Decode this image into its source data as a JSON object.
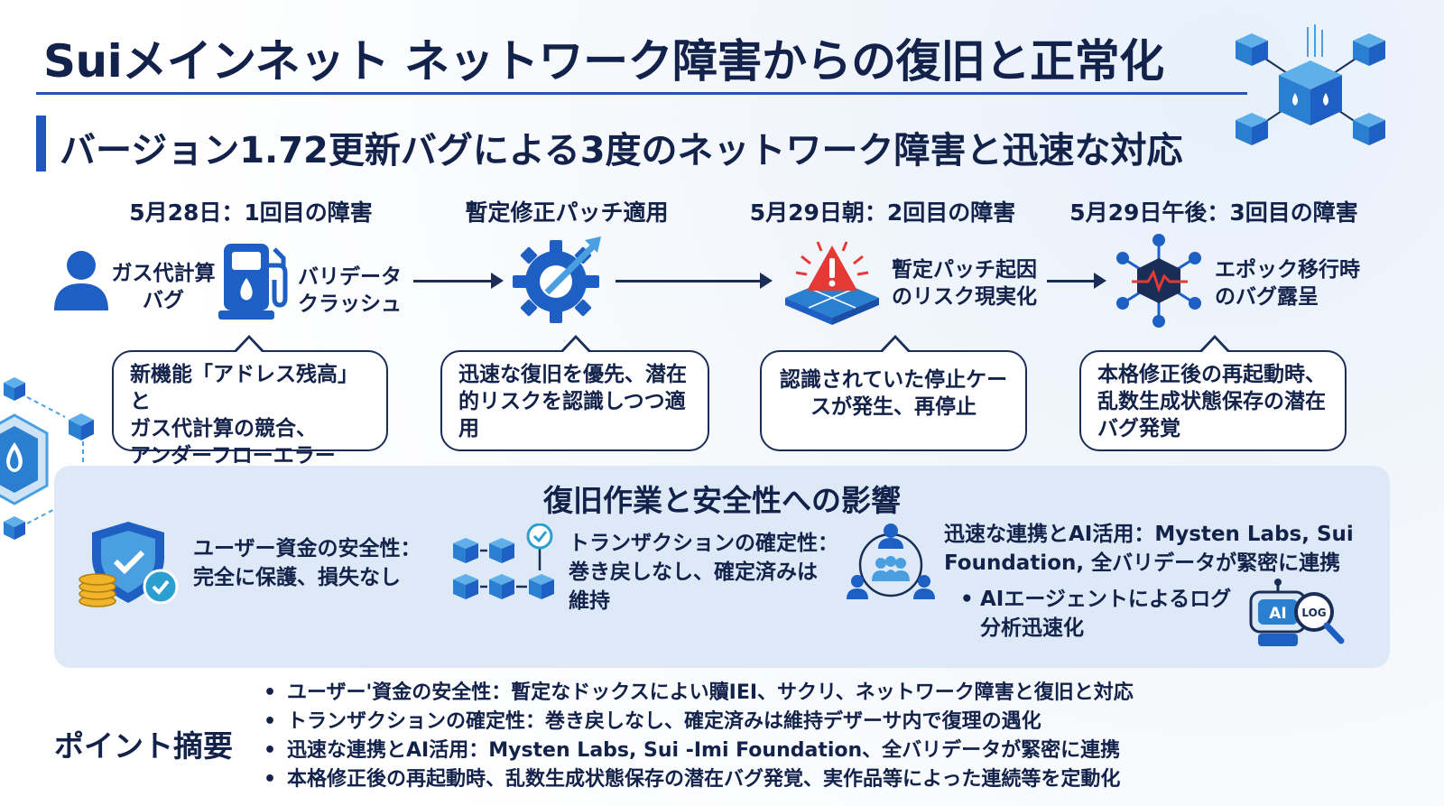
{
  "header": {
    "title": "Suiメインネット ネットワーク障害からの復旧と正常化",
    "subtitle": "バージョン1.72更新バグによる3度のネットワーク障害と迅速な対応"
  },
  "timeline": [
    {
      "title": "5月28日：1回目の障害",
      "label_left": [
        "ガス代計算",
        "バグ"
      ],
      "label_right": [
        "バリデータ",
        "クラッシュ"
      ],
      "description": [
        "新機能「アドレス残高」と",
        "ガス代計算の競合、",
        "アンダーフローエラー"
      ]
    },
    {
      "title": "暫定修正パッチ適用",
      "description": [
        "迅速な復旧を優先、潜在",
        "的リスクを認識しつつ適",
        "用"
      ]
    },
    {
      "title": "5月29日朝：2回目の障害",
      "label_right": [
        "暫定パッチ起因",
        "のリスク現実化"
      ],
      "description": [
        "認識されていた停止ケー",
        "スが発生、再停止"
      ]
    },
    {
      "title": "5月29日午後：3回目の障害",
      "label_right": [
        "エポック移行時",
        "のバグ露呈"
      ],
      "description": [
        "本格修正後の再起動時、",
        "乱数生成状態保存の潜在",
        "バグ発覚"
      ]
    }
  ],
  "impact": {
    "title": "復旧作業と安全性への影響",
    "items": [
      {
        "lines": [
          "ユーザー資金の安全性：",
          "完全に保護、損失なし"
        ]
      },
      {
        "lines": [
          "トランザクションの確定性：",
          "巻き戻しなし、確定済みは",
          "維持"
        ]
      },
      {
        "lines": [
          "迅速な連携とAI活用：Mysten Labs, Sui",
          "Foundation, 全バリデータが緊密に連携"
        ]
      }
    ],
    "bullet": [
      "AIエージェントによるログ",
      "分析迅速化"
    ],
    "ai_badge": "AI",
    "log_badge": "LOG"
  },
  "summary": {
    "title": "ポイント摘要",
    "items": [
      "ユーザー'資金の安全性：暫定なドックスによい贖IEI、サクリ、ネットワーク障害と復旧と対応",
      "トランザクションの確定性：巻き戻しなし、確定済みは維持デザーサ内で復理の遇化",
      "迅速な連携とAI活用：Mysten Labs, Sui -Imi Foundation、全バリデータが緊密に連携",
      "本格修正後の再起動時、乱数生成状態保存の潜在バグ発覚、実作品等によった連続等を定動化"
    ]
  },
  "colors": {
    "navy": "#13224a",
    "accent_blue": "#1f56b8",
    "icon_blue": "#1e5fc4",
    "light_blue": "#4a9fe0",
    "warning_red": "#e53935",
    "panel_bg": "#dde9f6",
    "coin_gold": "#f0b429"
  }
}
